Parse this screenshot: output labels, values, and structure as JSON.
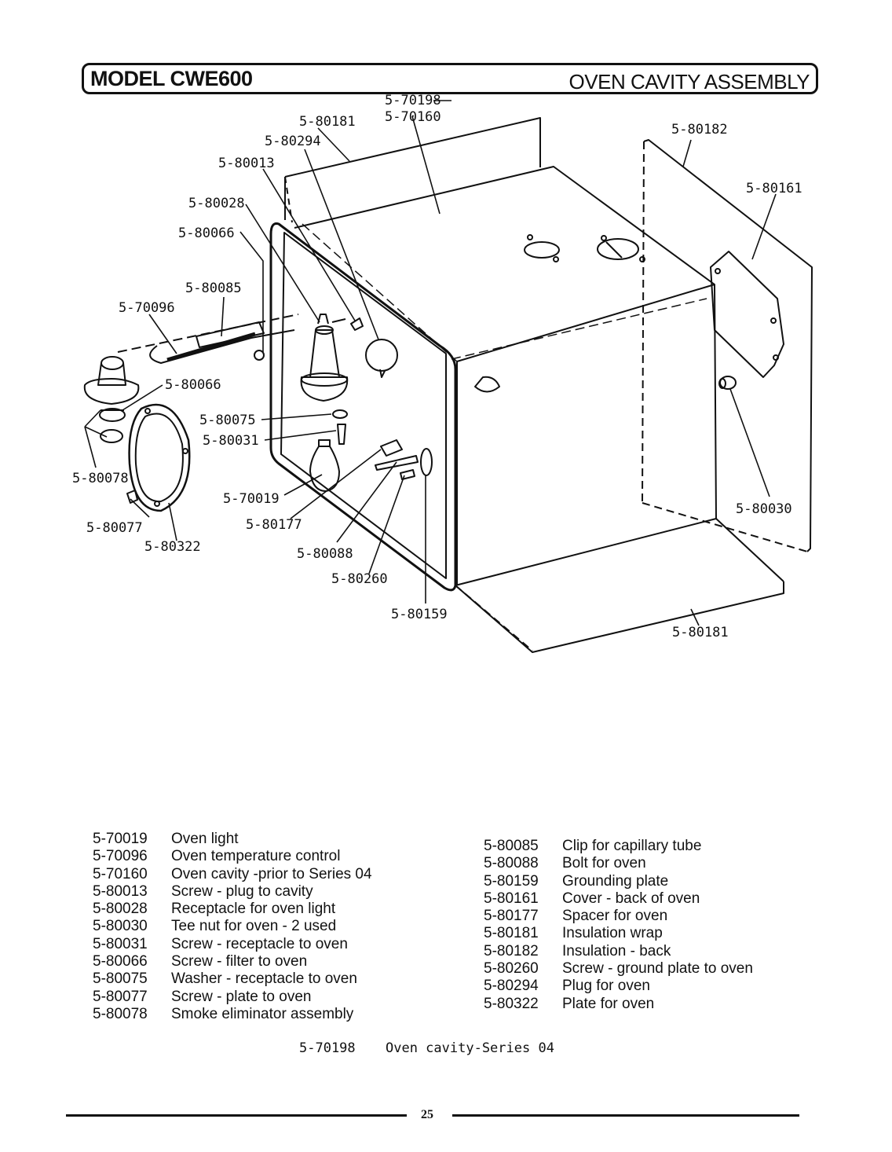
{
  "header": {
    "model": "MODEL CWE600",
    "section": "OVEN CAVITY ASSEMBLY"
  },
  "callouts": [
    {
      "id": "c1",
      "text": "5-70198"
    },
    {
      "id": "c2",
      "text": "5-70160"
    },
    {
      "id": "c3",
      "text": "5-80181"
    },
    {
      "id": "c4",
      "text": "5-80294"
    },
    {
      "id": "c5",
      "text": "5-80013"
    },
    {
      "id": "c6",
      "text": "5-80028"
    },
    {
      "id": "c7",
      "text": "5-80066"
    },
    {
      "id": "c8",
      "text": "5-80085"
    },
    {
      "id": "c9",
      "text": "5-70096"
    },
    {
      "id": "c10",
      "text": "5-80066"
    },
    {
      "id": "c11",
      "text": "5-80075"
    },
    {
      "id": "c12",
      "text": "5-80031"
    },
    {
      "id": "c13",
      "text": "5-80078"
    },
    {
      "id": "c14",
      "text": "5-70019"
    },
    {
      "id": "c15",
      "text": "5-80077"
    },
    {
      "id": "c16",
      "text": "5-80177"
    },
    {
      "id": "c17",
      "text": "5-80322"
    },
    {
      "id": "c18",
      "text": "5-80088"
    },
    {
      "id": "c19",
      "text": "5-80260"
    },
    {
      "id": "c20",
      "text": "5-80159"
    },
    {
      "id": "c21",
      "text": "5-80182"
    },
    {
      "id": "c22",
      "text": "5-80161"
    },
    {
      "id": "c23",
      "text": "5-80030"
    },
    {
      "id": "c24",
      "text": "5-80181"
    }
  ],
  "parts_left": [
    {
      "number": "5-70019",
      "description": "Oven light"
    },
    {
      "number": "5-70096",
      "description": "Oven temperature control"
    },
    {
      "number": "5-70160",
      "description": "Oven cavity -prior to Series 04"
    },
    {
      "number": "5-80013",
      "description": "Screw - plug to cavity"
    },
    {
      "number": "5-80028",
      "description": "Receptacle for oven light"
    },
    {
      "number": "5-80030",
      "description": "Tee nut for oven - 2 used"
    },
    {
      "number": "5-80031",
      "description": "Screw - receptacle to oven"
    },
    {
      "number": "5-80066",
      "description": "Screw - filter to oven"
    },
    {
      "number": "5-80075",
      "description": "Washer - receptacle to oven"
    },
    {
      "number": "5-80077",
      "description": "Screw - plate to oven"
    },
    {
      "number": "5-80078",
      "description": "Smoke eliminator assembly"
    }
  ],
  "parts_right": [
    {
      "number": "5-80085",
      "description": "Clip for capillary tube"
    },
    {
      "number": "5-80088",
      "description": "Bolt for oven"
    },
    {
      "number": "5-80159",
      "description": "Grounding plate"
    },
    {
      "number": "5-80161",
      "description": "Cover - back of oven"
    },
    {
      "number": "5-80177",
      "description": "Spacer for oven"
    },
    {
      "number": "5-80181",
      "description": "Insulation wrap"
    },
    {
      "number": "5-80182",
      "description": "Insulation - back"
    },
    {
      "number": "5-80260",
      "description": "Screw - ground plate to oven"
    },
    {
      "number": "5-80294",
      "description": "Plug for oven"
    },
    {
      "number": "5-80322",
      "description": "Plate for oven"
    }
  ],
  "footer_part": {
    "number": "5-70198",
    "description": "Oven cavity-Series 04"
  },
  "page_number": "25"
}
